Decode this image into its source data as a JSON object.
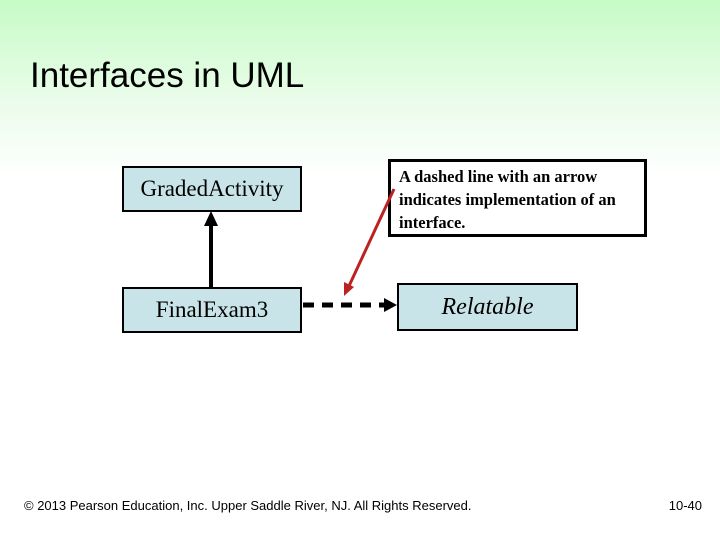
{
  "slide": {
    "title": "Interfaces in UML"
  },
  "diagram": {
    "boxes": {
      "graded_activity": "GradedActivity",
      "final_exam": "FinalExam3",
      "relatable": "Relatable"
    },
    "note": "A dashed line with an arrow indicates implementation of an interface.",
    "arrows": {
      "inheritance": "solid-arrow-finalexam-to-gradedactivity",
      "implementation": "dashed-arrow-finalexam-to-relatable",
      "note_pointer": "red-arrow-note-to-dashed-line"
    }
  },
  "footer": {
    "copyright": "© 2013 Pearson Education, Inc. Upper Saddle River, NJ. All Rights Reserved.",
    "page_number": "10-40"
  },
  "colors": {
    "background_top": "#c6fbc6",
    "background_bottom": "#ffffff",
    "box_fill": "#c9e4e9",
    "box_border": "#000000",
    "note_background": "#ffffff",
    "note_border": "#000000",
    "note_pointer_red": "#bb2222",
    "arrow_black": "#000000",
    "text": "#000000"
  }
}
